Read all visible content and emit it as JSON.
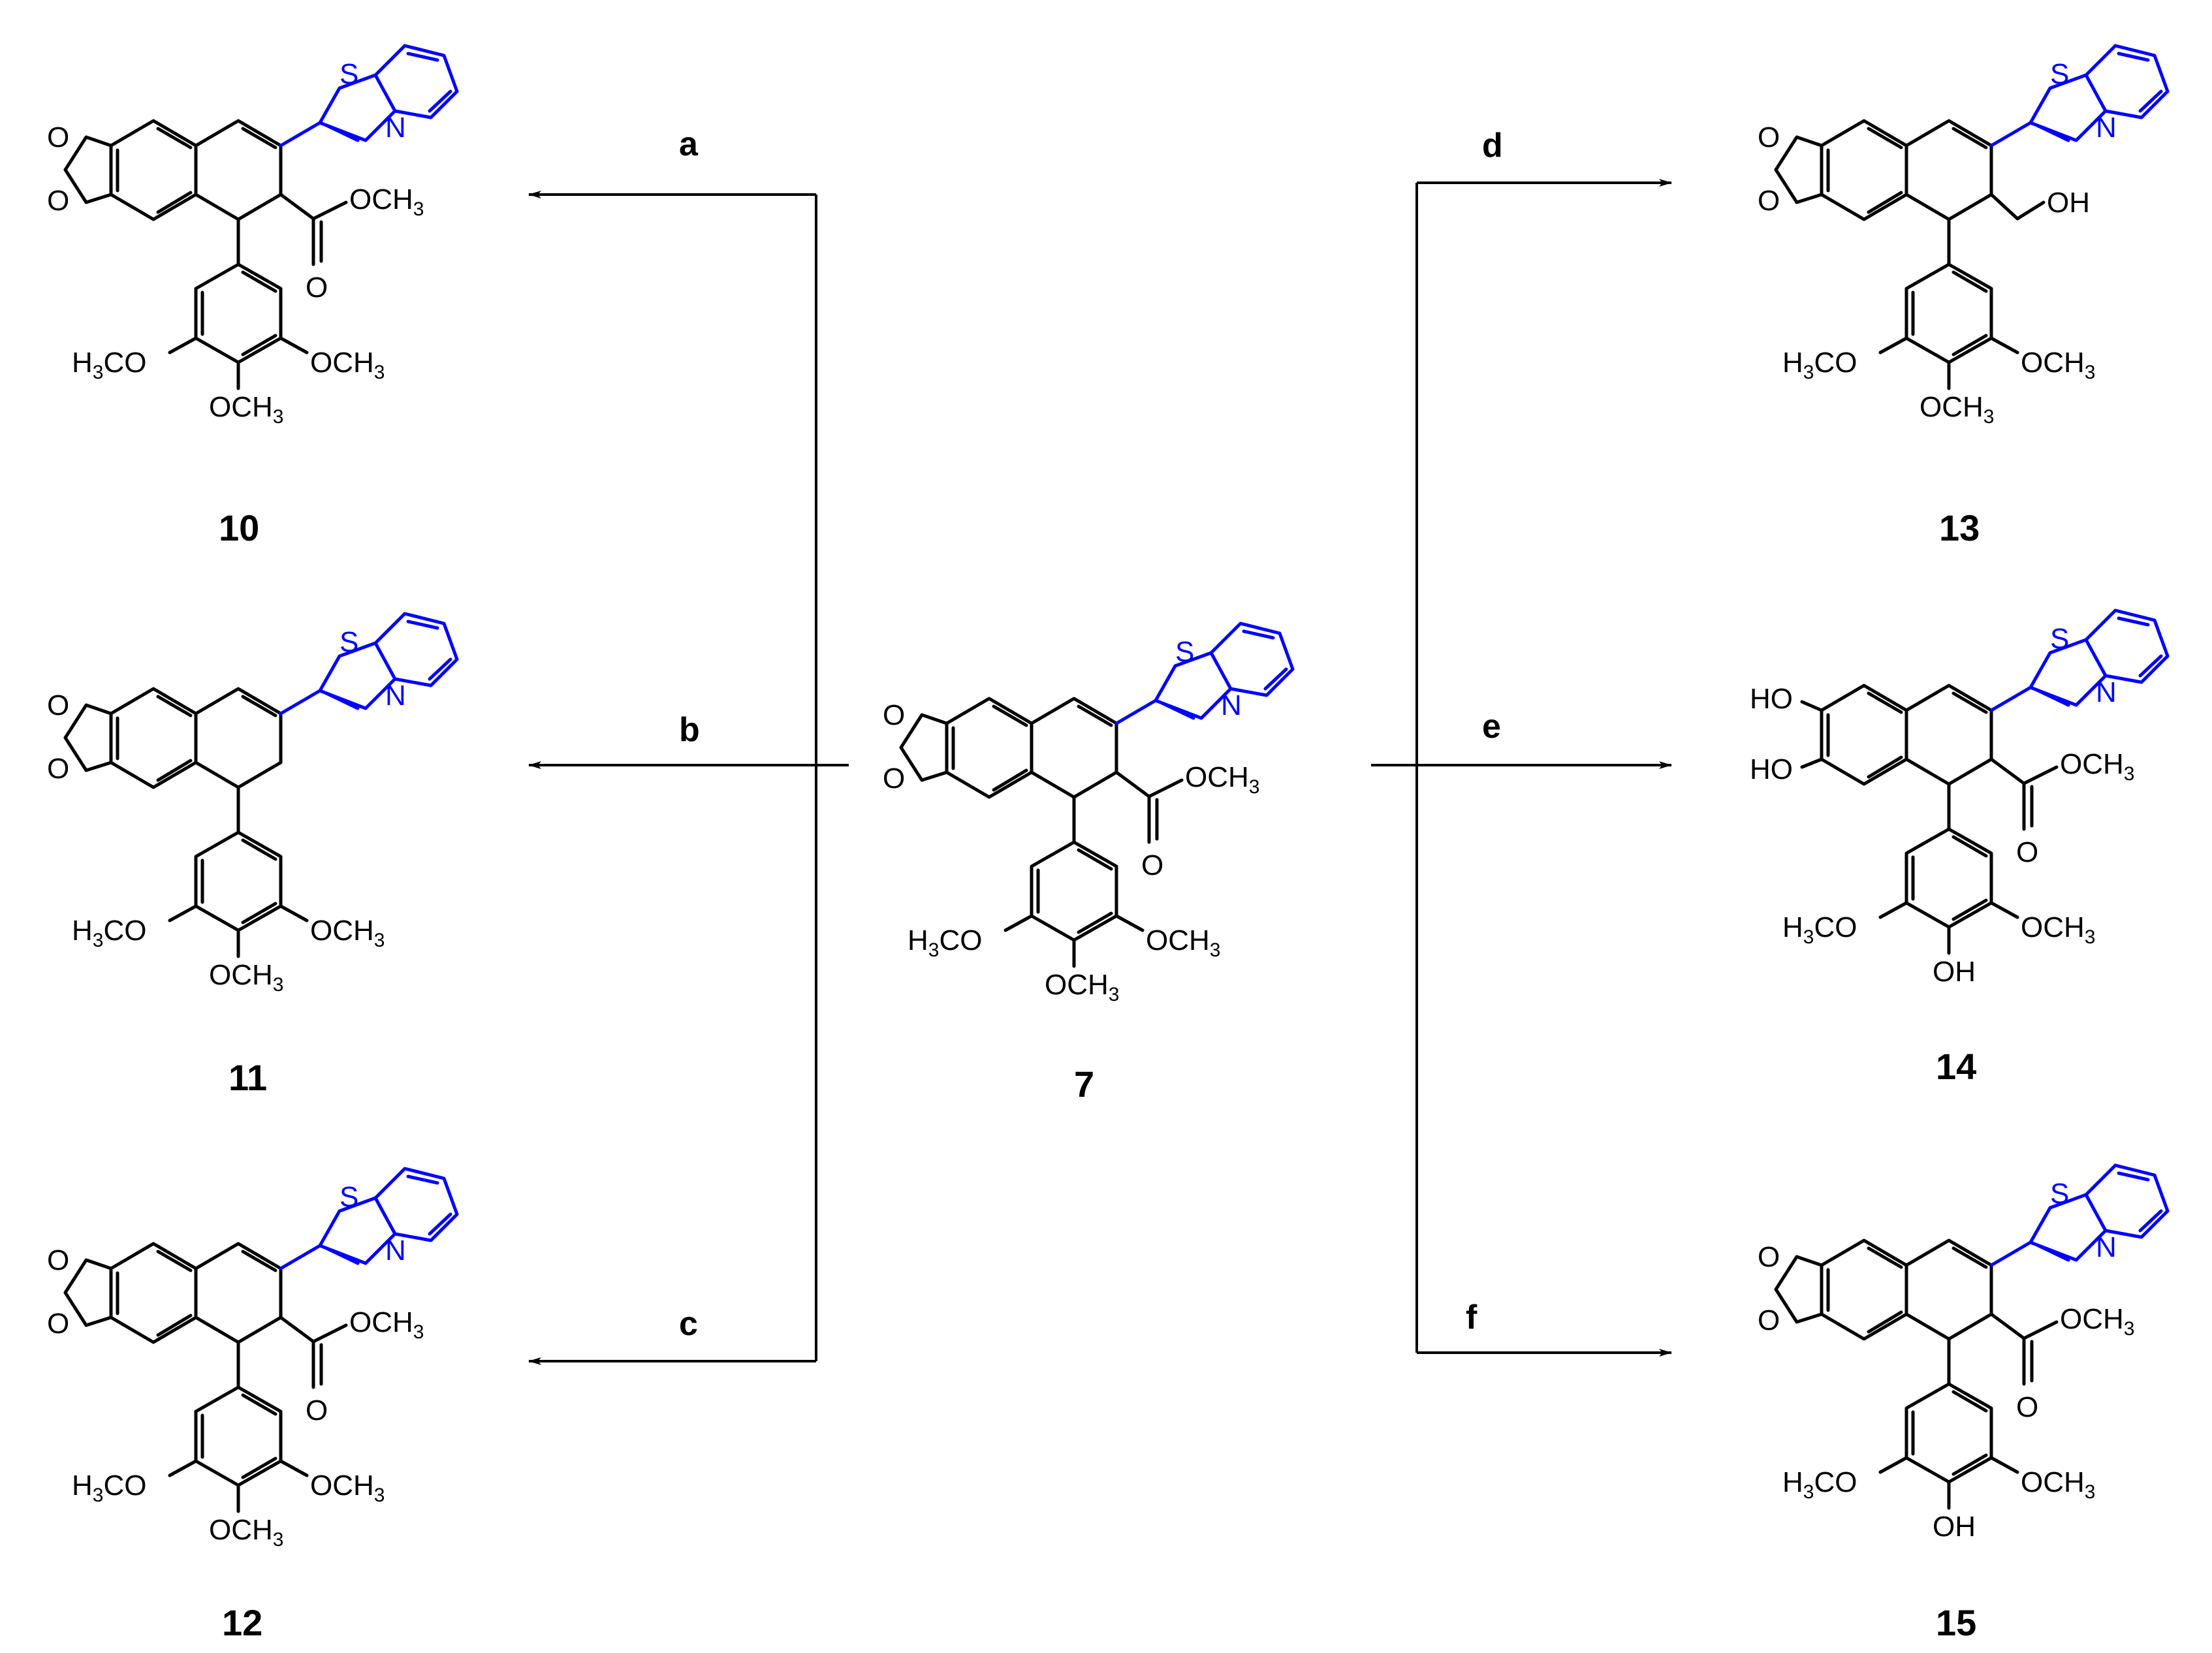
{
  "figure": {
    "center": "7",
    "conditions": {
      "a": "a",
      "b": "b",
      "c": "c",
      "d": "d",
      "e": "e",
      "f": "f"
    },
    "labels": {
      "c10": "10",
      "c11": "11",
      "c12": "12",
      "c13": "13",
      "c14": "14",
      "c15": "15",
      "c7": "7"
    },
    "atoms": {
      "O": "O",
      "S": "S",
      "N": "N",
      "OH": "OH",
      "HO": "HO",
      "OCH": "OCH",
      "H": "H",
      "CO": "CO",
      "three": "3"
    }
  },
  "colors": {
    "bond": "#000000",
    "benzothiazole": "#0000ff"
  }
}
